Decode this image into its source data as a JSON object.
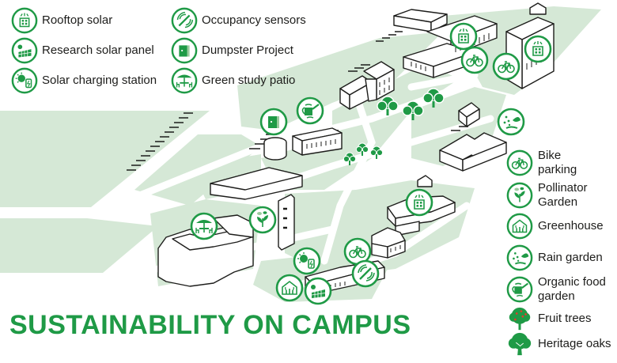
{
  "title": "SUSTAINABILITY ON CAMPUS",
  "colors": {
    "accent_green": "#1f9a46",
    "pale_green": "#d5e8d6",
    "ink": "#1d1d1b"
  },
  "legend_top": [
    {
      "label": "Rooftop solar",
      "icon": "rooftop-solar-icon"
    },
    {
      "label": "Occupancy sensors",
      "icon": "occupancy-sensor-icon"
    },
    {
      "label": "Research solar panel",
      "icon": "solar-panel-icon"
    },
    {
      "label": "Dumpster Project",
      "icon": "dumpster-icon"
    },
    {
      "label": "Solar charging station",
      "icon": "solar-charging-icon"
    },
    {
      "label": "Green study patio",
      "icon": "patio-icon"
    }
  ],
  "legend_right": [
    {
      "label": "Bike parking",
      "icon": "bike-icon"
    },
    {
      "label": "Pollinator Garden",
      "icon": "pollinator-icon"
    },
    {
      "label": "Greenhouse",
      "icon": "greenhouse-icon"
    },
    {
      "label": "Rain garden",
      "icon": "rain-garden-icon"
    },
    {
      "label": "Organic food garden",
      "icon": "watering-can-icon"
    },
    {
      "label": "Fruit trees",
      "icon": "fruit-tree-icon"
    },
    {
      "label": "Heritage oaks",
      "icon": "oak-tree-icon"
    }
  ]
}
